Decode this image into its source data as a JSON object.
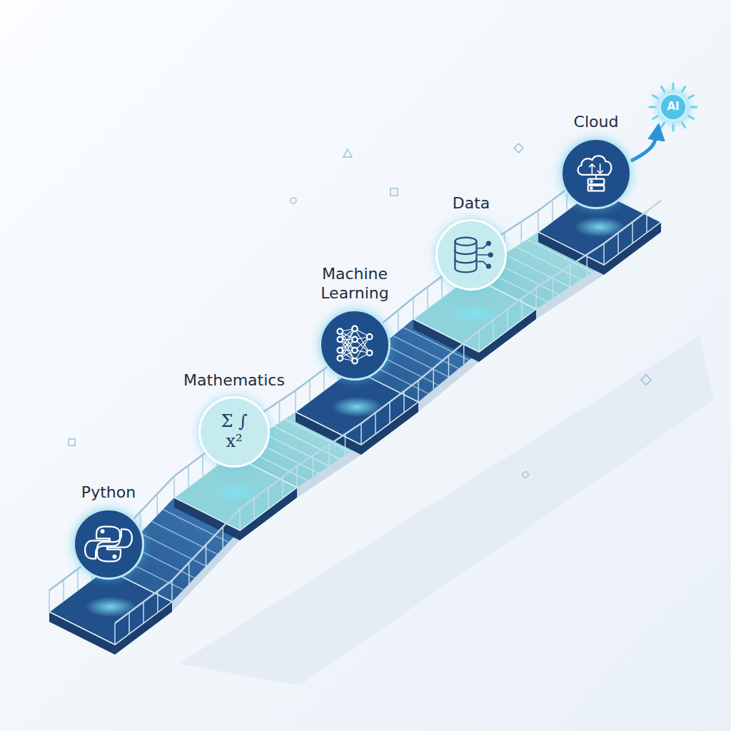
{
  "diagram": {
    "nodes": [
      {
        "text": [
          "Python"
        ]
      },
      {
        "text": [
          "Mathematics",
          "Σ ∫ x²"
        ]
      },
      {
        "text": [
          "Machine Learning"
        ]
      },
      {
        "text": [
          "Data"
        ]
      },
      {
        "text": [
          "Cloud"
        ]
      },
      {
        "text": [
          "AI"
        ]
      }
    ],
    "edges": [
      {
        "from": 4,
        "to": 5,
        "arrow": "to"
      }
    ]
  }
}
